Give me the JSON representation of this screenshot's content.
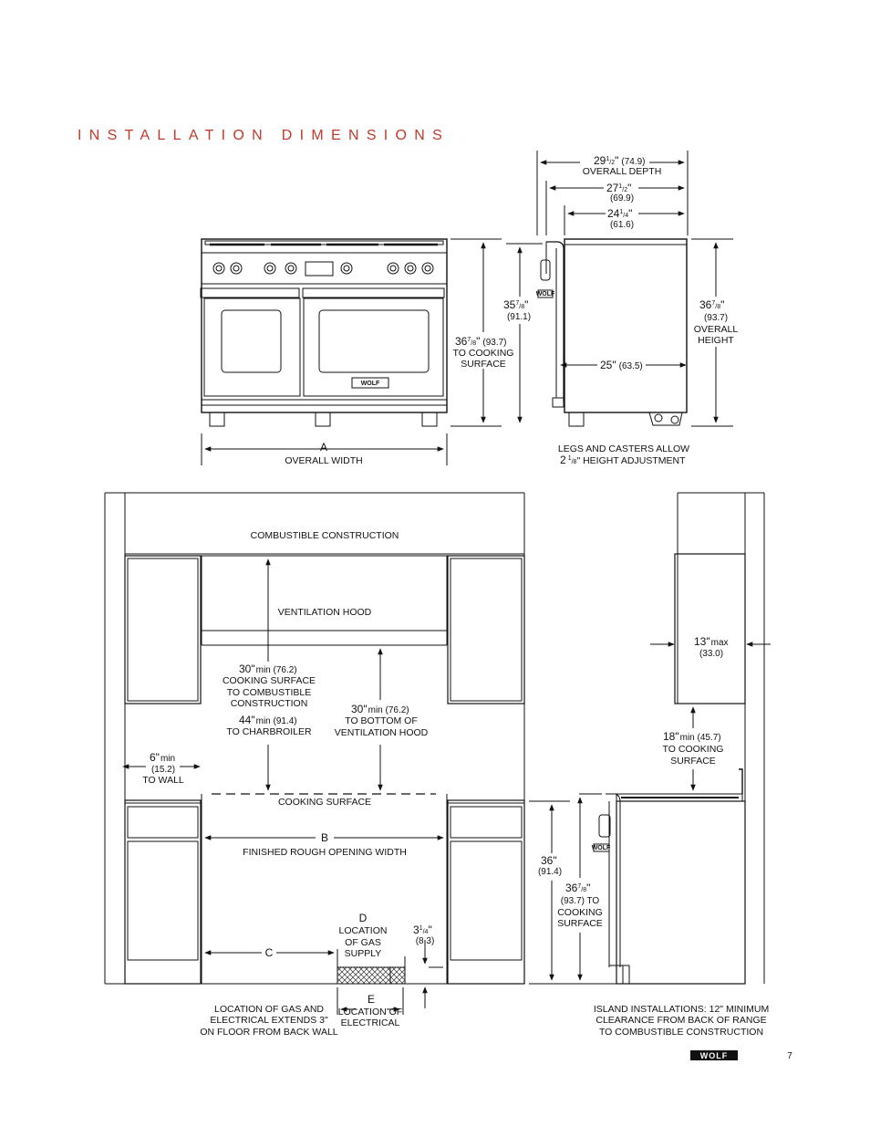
{
  "page": {
    "title": "INSTALLATION DIMENSIONS",
    "page_number": "7",
    "brand": "WOLF"
  },
  "colors": {
    "accent": "#c0392b",
    "line": "#111111"
  },
  "range_front": {
    "badge": "WOLF",
    "dim_a": {
      "letter": "A",
      "label": "OVERALL WIDTH"
    },
    "dim_cooking": {
      "value": "36",
      "frac_num": "7",
      "frac_den": "8",
      "unit": "\"",
      "metric": "(93.7)",
      "label_1": "TO COOKING",
      "label_2": "SURFACE"
    },
    "dim_35": {
      "value": "35",
      "frac_num": "7",
      "frac_den": "8",
      "unit": "\"",
      "metric": "(91.1)"
    }
  },
  "range_side": {
    "depth_overall": {
      "value": "29",
      "frac_num": "1",
      "frac_den": "2",
      "unit": "\"",
      "metric": "(74.9)",
      "label": "OVERALL DEPTH"
    },
    "depth_27": {
      "value": "27",
      "frac_num": "1",
      "frac_den": "2",
      "unit": "\"",
      "metric": "(69.9)"
    },
    "depth_24": {
      "value": "24",
      "frac_num": "1",
      "frac_den": "4",
      "unit": "\"",
      "metric": "(61.6)"
    },
    "depth_25": {
      "value": "25\"",
      "metric": "(63.5)"
    },
    "overall_height": {
      "value": "36",
      "frac_num": "7",
      "frac_den": "8",
      "unit": "\"",
      "metric": "(93.7)",
      "label_1": "OVERALL",
      "label_2": "HEIGHT"
    },
    "legs_note": {
      "line_1": "LEGS AND CASTERS ALLOW",
      "value": "2",
      "frac_num": "1",
      "frac_den": "8",
      "tail": "\" HEIGHT ADJUSTMENT"
    }
  },
  "front_install": {
    "combustible": "COMBUSTIBLE CONSTRUCTION",
    "hood": "VENTILATION HOOD",
    "cs_combustible": {
      "value": "30\"",
      "suffix": "min (76.2)",
      "label_1": "COOKING SURFACE",
      "label_2": "TO COMBUSTIBLE",
      "label_3": "CONSTRUCTION"
    },
    "charbroiler": {
      "value": "44\"",
      "suffix": "min (91.4)",
      "label": "TO CHARBROILER"
    },
    "hood_bottom": {
      "value": "30\"",
      "suffix": "min (76.2)",
      "label_1": "TO BOTTOM OF",
      "label_2": "VENTILATION HOOD"
    },
    "wall": {
      "value": "6\"",
      "suffix": "min",
      "metric": "(15.2)",
      "label": "TO WALL"
    },
    "cooking_surface": "COOKING SURFACE",
    "dim_b": {
      "letter": "B",
      "label": "FINISHED ROUGH OPENING WIDTH"
    },
    "dim_c": {
      "letter": "C"
    },
    "dim_d": {
      "letter": "D",
      "label_1": "LOCATION",
      "label_2": "OF GAS",
      "label_3": "SUPPLY"
    },
    "dim_3": {
      "value": "3",
      "frac_num": "1",
      "frac_den": "4",
      "unit": "\"",
      "metric": "(8.3)"
    },
    "dim_e": {
      "letter": "E",
      "label_1": "LOCATION OF",
      "label_2": "ELECTRICAL"
    },
    "floor_note": {
      "line_1": "LOCATION OF GAS AND",
      "line_2": "ELECTRICAL EXTENDS 3\"",
      "line_3": "ON FLOOR FROM BACK WALL"
    }
  },
  "side_install": {
    "hood_depth": {
      "value": "13\"",
      "suffix": "max",
      "metric": "(33.0)"
    },
    "clearance": {
      "value": "18\"",
      "suffix": "min (45.7)",
      "label_1": "TO COOKING",
      "label_2": "SURFACE"
    },
    "counter_height": {
      "value": "36\"",
      "metric": "(91.4)"
    },
    "cooking_height": {
      "value": "36",
      "frac_num": "7",
      "frac_den": "8",
      "unit": "\"",
      "metric": "(93.7) TO",
      "label_1": "COOKING",
      "label_2": "SURFACE"
    },
    "island_note": {
      "line_1": "ISLAND INSTALLATIONS: 12\" MINIMUM",
      "line_2": "CLEARANCE FROM BACK OF RANGE",
      "line_3": "TO COMBUSTIBLE CONSTRUCTION"
    }
  }
}
